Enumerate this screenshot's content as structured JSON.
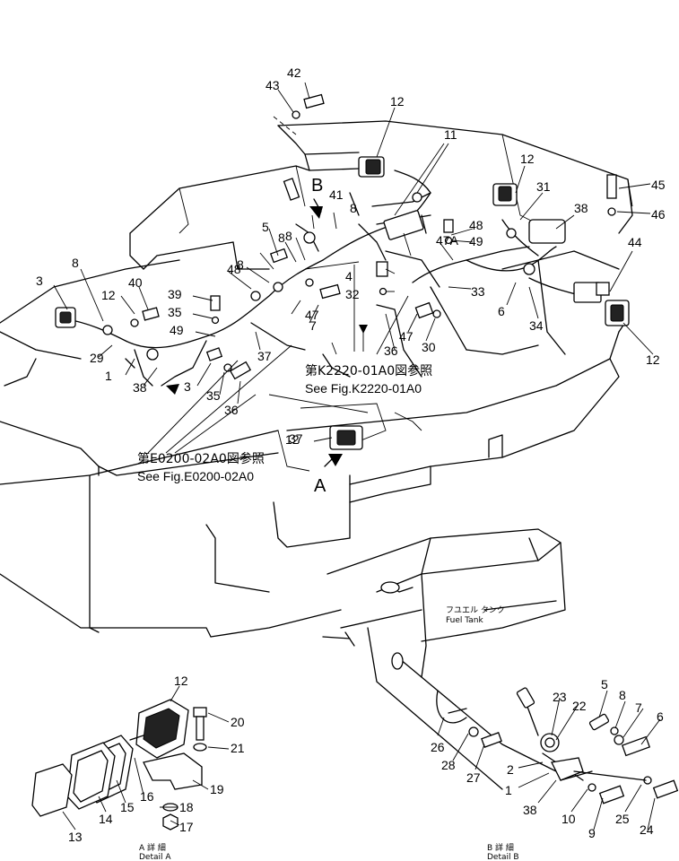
{
  "refs": {
    "k2220_jp": "第K2220-01A0図参照",
    "k2220_en": "See Fig.K2220-01A0",
    "e0200_jp": "第E0200-02A0図参照",
    "e0200_en": "See Fig.E0200-02A0"
  },
  "view_markers": {
    "a": "A",
    "b": "B"
  },
  "fuel_tank": {
    "jp": "フユエル タンク",
    "en": "Fuel Tank"
  },
  "details": {
    "a_jp": "A 詳 細",
    "a_en": "Detail A",
    "b_jp": "B 詳 細",
    "b_en": "Detail B"
  },
  "part_labels": {
    "main": [
      "42",
      "43",
      "12",
      "11",
      "B",
      "41",
      "12",
      "31",
      "38",
      "45",
      "46",
      "48",
      "47A",
      "49",
      "44",
      "5",
      "8",
      "8",
      "8",
      "8",
      "3",
      "12",
      "40",
      "39",
      "48",
      "8",
      "4",
      "32",
      "33",
      "35",
      "49",
      "47",
      "7",
      "6",
      "34",
      "29",
      "1",
      "38",
      "3",
      "35",
      "37",
      "36",
      "47",
      "30",
      "36",
      "37",
      "12",
      "12"
    ],
    "detail_a": [
      "12",
      "20",
      "21",
      "19",
      "16",
      "18",
      "15",
      "17",
      "14",
      "13"
    ],
    "detail_b": [
      "5",
      "8",
      "23",
      "22",
      "7",
      "6",
      "26",
      "28",
      "27",
      "2",
      "1",
      "38",
      "10",
      "9",
      "25",
      "24"
    ]
  }
}
